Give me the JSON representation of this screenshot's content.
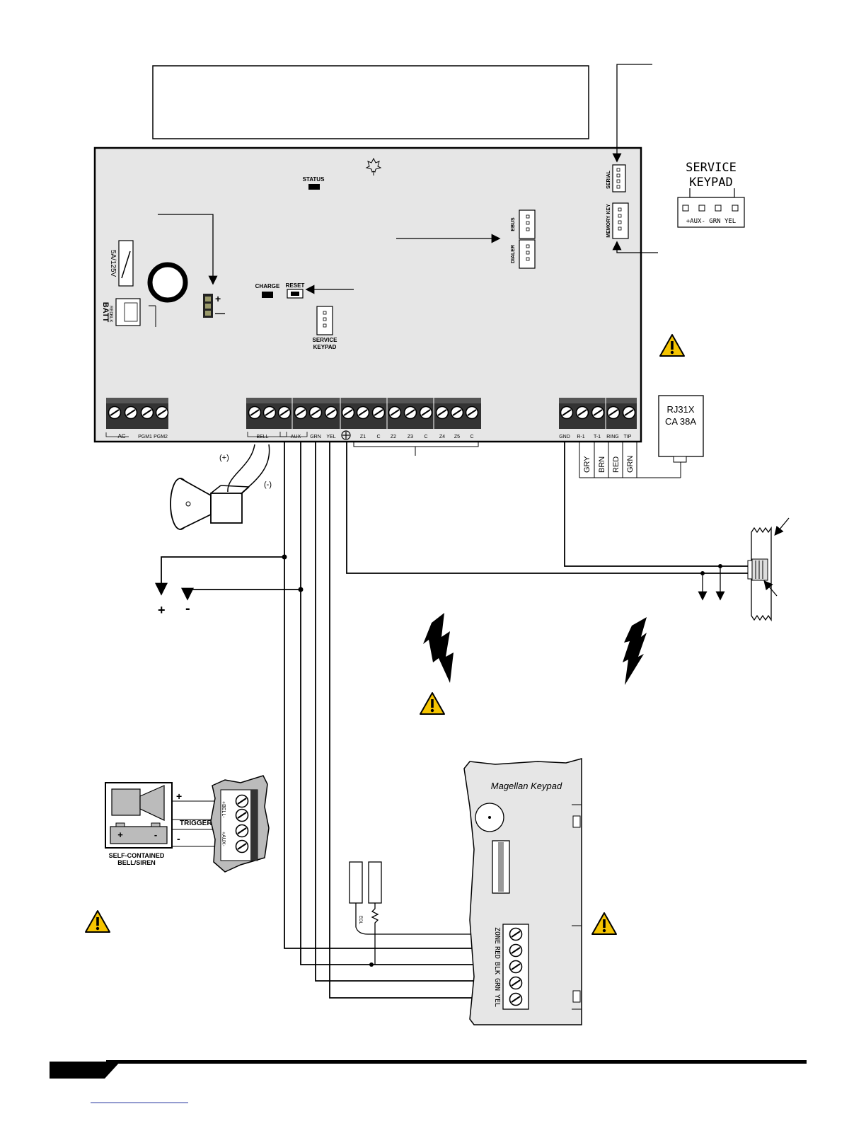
{
  "board": {
    "status_label": "STATUS",
    "charge_label": "CHARGE",
    "reset_label": "RESET",
    "service_keypad_label_1": "SERVICE",
    "service_keypad_label_2": "KEYPAD",
    "serial_label": "SERIAL",
    "memory_key_label": "MEMORY KEY",
    "ebus_label": "EBUS",
    "dialer_label": "DIALER",
    "fuse_label": "5A/125V",
    "batt_label": "BATT",
    "batt_red": "RED",
    "batt_blk": "BLK",
    "plus": "+",
    "minus": "—"
  },
  "terminals": {
    "left_labels": [
      "AC",
      "PGM1",
      "PGM2"
    ],
    "middle_labels": [
      "BELL",
      "AUX",
      "GRN",
      "YEL",
      "Z1",
      "C",
      "Z2",
      "Z3",
      "C",
      "Z4",
      "Z5",
      "C"
    ],
    "right_labels": [
      "GND",
      "R-1",
      "T-1",
      "RING",
      "TIP"
    ]
  },
  "service_keypad_connector": {
    "title_1": "SERVICE",
    "title_2": "KEYPAD",
    "pins": "+AUX-  GRN YEL"
  },
  "phone": {
    "jack_line1": "RJ31X",
    "jack_line2": "CA 38A",
    "wires": [
      "GRY",
      "BRN",
      "RED",
      "GRN"
    ]
  },
  "siren": {
    "plus_lead": "(+)",
    "minus_lead": "(-)"
  },
  "aux_out": {
    "plus": "+",
    "minus": "-"
  },
  "bell_module": {
    "plus": "+",
    "minus": "-",
    "trigger": "TRIGGER",
    "caption_1": "SELF-CONTAINED",
    "caption_2": "BELL/SIREN",
    "term_bell": "+BELL-",
    "term_aux": "+AUX-"
  },
  "keypad": {
    "title": "Magellan Keypad",
    "terminals": [
      "ZONE",
      "RED",
      "BLK",
      "GRN",
      "YEL"
    ],
    "eol": "EOL"
  },
  "colors": {
    "board": "#e6e6e6",
    "terminal": "#3a3a3a",
    "warning": "#f5c400"
  }
}
